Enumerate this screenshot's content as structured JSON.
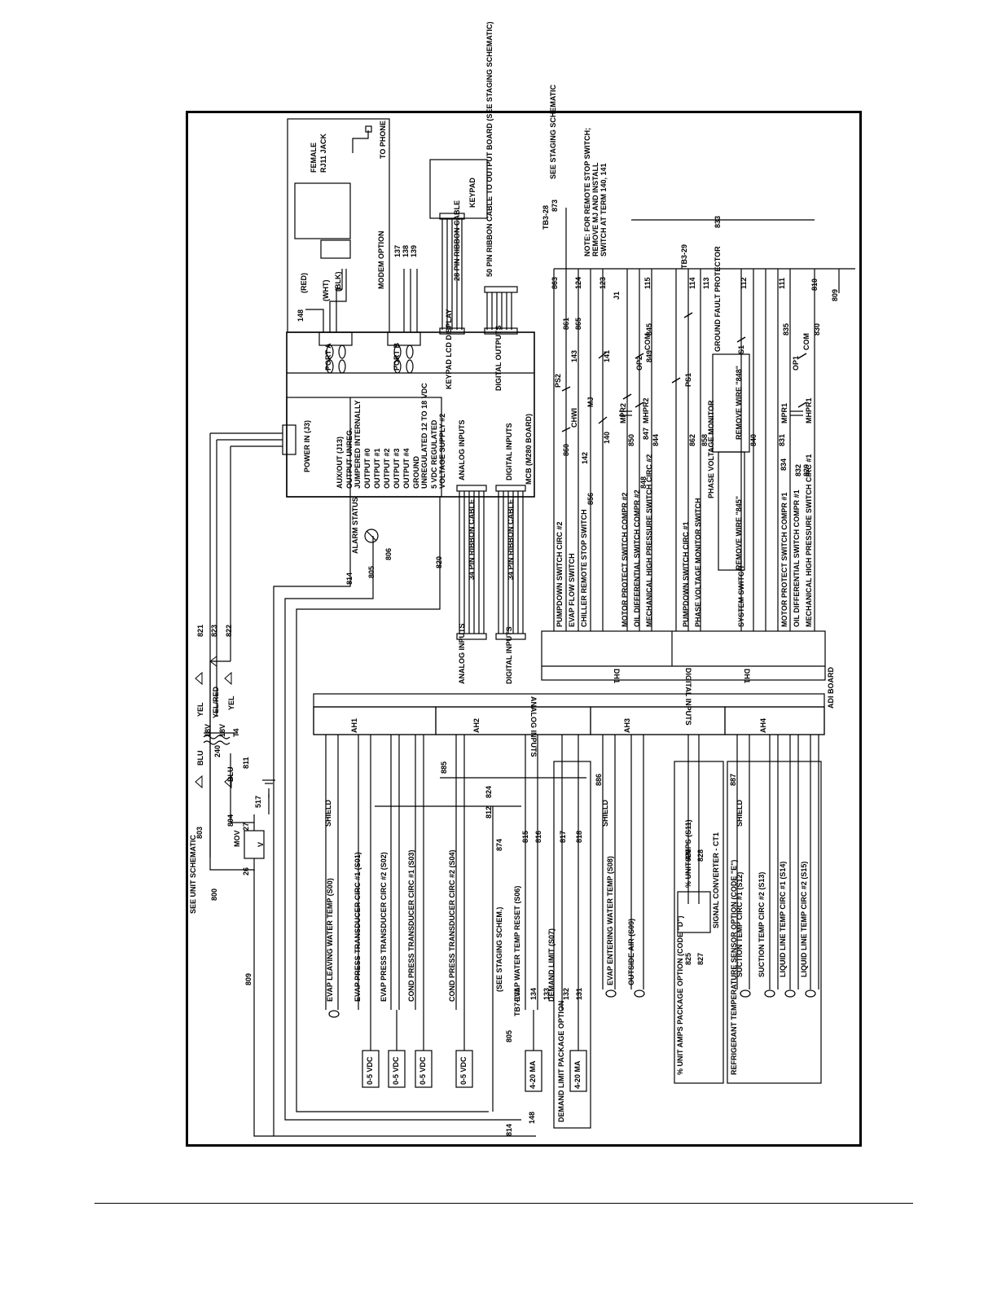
{
  "frame_labels": {
    "see_unit_schematic": "SEE UNIT SCHEMATIC",
    "mov": "MOV",
    "v": "V",
    "blu": "BLU",
    "blu2": "BLU",
    "yel": "YEL",
    "yel_red": "YEL/RED",
    "yel2": "YEL",
    "v18a": "18V",
    "v240": "240",
    "v18b": "18V",
    "t4": "T4",
    "alarm_status": "ALARM STATUS",
    "power_in": "POWER IN (J3)",
    "aux_out": "AUX/OUT (J13)",
    "output_unreg": "OUTPUT UNREG.",
    "jumpered": "JUMPERED INTERNALLY",
    "output0": "OUTPUT #0",
    "output1": "OUTPUT #1",
    "output2": "OUTPUT #2",
    "output3": "OUTPUT #3",
    "output4": "OUTPUT #4",
    "ground": "GROUND",
    "unreg": "UNREGULATED 12 TO 18 VDC",
    "reg": "5 VDC REGULATED",
    "voltage_supply": "VOLTAGE SUPPLY #2",
    "analog_inputs_mcb": "ANALOG INPUTS",
    "digital_inputs_mcb": "DIGITAL INPUTS",
    "mcb": "MCB (M280 BOARD)",
    "porta": "PORT A",
    "portb": "PORT B",
    "keypad_lcd": "KEYPAD LCD DISPLAY",
    "digital_outputs": "DIGITAL OUTPUTS",
    "ribbon28": "28 PIN RIBBON CABLE",
    "ribbon50": "50 PIN RIBBON CABLE TO OUTPUT BOARD (SEE STAGING SCHEMATIC)",
    "keypad": "KEYPAD",
    "modem_option": "MODEM OPTION",
    "female": "FEMALE",
    "rj11": "RJ11 JACK",
    "to_phone": "TO PHONE",
    "red": "(RED)",
    "wht": "(WHT)",
    "blk": "(BLK)",
    "see_staging": "SEE STAGING SCHEMATIC",
    "note1": "NOTE: FOR REMOTE STOP SWITCH;",
    "note2": "REMOVE MJ AND INSTALL",
    "note3": "SWITCH AT TERM 140, 141",
    "ribbon34a": "34 PIN RIBBON CABLE",
    "ribbon34b": "34 PIN RIBBON CABLE",
    "analog_inputs_adi": "ANALOG INPUTS",
    "digital_inputs_adi": "DIGITAL INPUTS",
    "analog_inputs_hdr": "ANALOG INPUTS",
    "digital_inputs_hdr": "DIGITAL INPUTS",
    "adi_board": "ADI BOARD",
    "dh1": "DH1",
    "dh2": "DH1",
    "ah1": "AH1",
    "ah2": "AH2",
    "ah3": "AH3",
    "ah4": "AH4",
    "unit_amps": "% UNIT AMPS PACKAGE OPTION (CODE \"D\")",
    "refrig_temp": "REFRIGERANT TEMPERATURE SENSOR OPTION (CODE \"E\")",
    "demand_limit_pkg": "DEMAND LIMIT PACKAGE OPTION",
    "signal_converter": "SIGNAL CONVERTER - CT1",
    "see_staging_schem": "(SEE STAGING SCHEM.)",
    "shield": "SHIELD"
  },
  "digital_switches": [
    "PUMPDOWN SWITCH CIRC #2",
    "EVAP FLOW SWITCH",
    "CHILLER REMOTE STOP SWITCH",
    "MOTOR PROTECT SWITCH COMPR #2",
    "OIL DIFFERENTIAL SWITCH COMPR #2",
    "MECHANICAL HIGH PRESSURE SWITCH CIRC #2",
    "PUMPDOWN SWITCH CIRC #1",
    "PHASE VOLTAGE MONITOR SWITCH",
    "SYSTEM SWITCH",
    "MOTOR PROTECT SWITCH COMPR #1",
    "OIL DIFFERENTIAL SWITCH COMPR #1",
    "MECHANICAL HIGH PRESSURE SWITCH CIRC #1"
  ],
  "analog_sensors": [
    "EVAP LEAVING WATER TEMP (S00)",
    "EVAP PRESS TRANSDUCER CIRC #1 (S01)",
    "EVAP PRESS TRANSDUCER CIRC #2 (S02)",
    "COND PRESS TRANSDUCER CIRC #1 (S03)",
    "COND PRESS TRANSDUCER CIRC #2 (S04)",
    "EVAP WATER TEMP RESET (S06)",
    "DEMAND LIMIT (S07)",
    "EVAP ENTERING WATER TEMP (S08)",
    "OUTSIDE AIR (S09)",
    "% UNIT AMPS (S11)",
    "SUCTION TEMP CIRC #1 (S12)",
    "SUCTION TEMP CIRC #2 (S13)",
    "LIQUID LINE TEMP CIRC #1 (S14)",
    "LIQUID LINE TEMP CIRC #2 (S15)"
  ],
  "supplies": [
    "0-5 VDC",
    "0-5 VDC",
    "0-5 VDC",
    "0-5 VDC",
    "4-20 MA",
    "4-20 MA"
  ],
  "wire_numbers": {
    "w800": "800",
    "w809": "809",
    "w803": "803",
    "w804": "804",
    "w811": "811",
    "w517": "517",
    "w821": "821",
    "w823": "823",
    "w822": "822",
    "w814": "814",
    "w805": "805",
    "w806": "806",
    "w820": "820",
    "w148": "148",
    "w137": "137",
    "w138": "138",
    "w139": "139",
    "w873": "873",
    "w833": "833",
    "w863": "863",
    "w861": "861",
    "w860": "860",
    "w865": "865",
    "w856": "856",
    "w850": "850",
    "w847": "847",
    "w848": "848",
    "w844": "844",
    "w862": "862",
    "w858": "858",
    "w840": "840",
    "w834": "834",
    "w831": "831",
    "w832": "832",
    "w829": "829",
    "w810": "810",
    "w111": "111",
    "w112": "112",
    "w113": "113",
    "w114": "114",
    "w115": "115",
    "w123": "123",
    "w124": "124",
    "w140": "140",
    "w141": "141",
    "w142": "142",
    "w143": "143",
    "w26": "26",
    "w27": "27",
    "w845": "845",
    "w849": "849",
    "w835": "835",
    "w830": "830",
    "tb328": "TB3-28",
    "tb329": "TB3-29",
    "tb735": "TB7-135",
    "w885": "885",
    "w886": "886",
    "w887": "887",
    "w812": "812",
    "w824": "824",
    "w874": "874",
    "w815": "815",
    "w816": "816",
    "w817": "817",
    "w818": "818",
    "w825": "825",
    "w826": "826",
    "w827": "827",
    "w828": "828",
    "w131": "131",
    "w132": "132",
    "w133": "133",
    "w134": "134"
  },
  "relay_labels": {
    "ps1": "PS1",
    "ps2": "PS2",
    "chw1": "CHWI",
    "mj": "MJ",
    "mpr1": "MPR1",
    "mpr2": "MPR2",
    "mhpr1": "MHPR1",
    "mhpr2": "MHPR2",
    "op1": "OP1",
    "op2": "OP2",
    "s1": "S1",
    "com": "COM",
    "com2": "COM",
    "gfp": "GROUND FAULT PROTECTOR",
    "pvm": "PHASE VOLTAGE MONITOR",
    "remove1": "REMOVE WIRE \"848\"",
    "remove2": "REMOVE WIRE \"845\"",
    "cj1": "J1"
  }
}
